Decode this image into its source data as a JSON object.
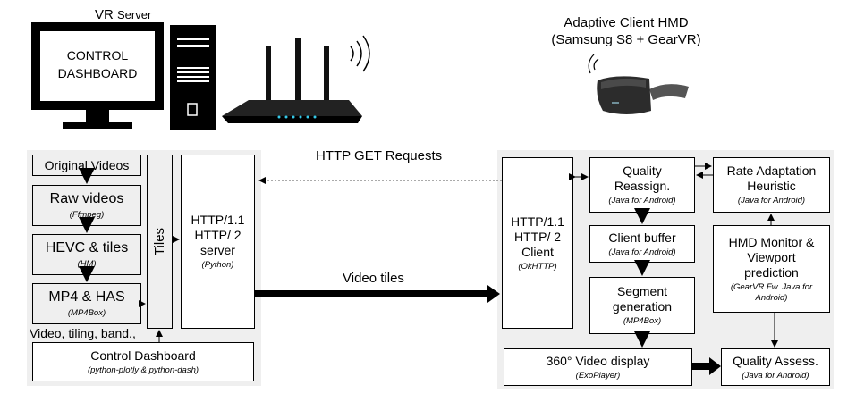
{
  "server_label": {
    "main": "VR",
    "suffix": "Server"
  },
  "monitor": {
    "line1": "CONTROL",
    "line2": "DASHBOARD"
  },
  "client_label": {
    "line1": "Adaptive Client HMD",
    "line2": "(Samsung S8 + GearVR)"
  },
  "http_get_label": "HTTP GET Requests",
  "video_tiles_label": "Video tiles",
  "server_pipeline": {
    "original_videos": "Original Videos",
    "raw_videos": {
      "title": "Raw videos",
      "tool": "Ffmpeg"
    },
    "hevc": {
      "title": "HEVC & tiles",
      "tool": "HM"
    },
    "mp4": {
      "title": "MP4 & HAS",
      "tool": "MP4Box"
    },
    "tiles": "Tiles",
    "server": {
      "line1": "HTTP/1.1",
      "line2": "HTTP/ 2",
      "line3": "server",
      "tool": "Python"
    },
    "feedback_label": "Video, tiling, band.,",
    "control_dashboard": {
      "title": "Control Dashboard",
      "tool": "python-plotly & python-dash"
    }
  },
  "client_pipeline": {
    "http_client": {
      "line1": "HTTP/1.1",
      "line2": "HTTP/ 2",
      "line3": "Client",
      "tool": "OkHTTP"
    },
    "quality_reassign": {
      "line1": "Quality",
      "line2": "Reassign.",
      "tool": "Java for Android"
    },
    "rate_adaptation": {
      "line1": "Rate Adaptation",
      "line2": "Heuristic",
      "tool": "Java for Android"
    },
    "client_buffer": {
      "title": "Client buffer",
      "tool": "Java for Android"
    },
    "hmd_monitor": {
      "line1": "HMD Monitor &",
      "line2": "Viewport",
      "line3": "prediction",
      "tool": "GearVR Fw. Java for Android"
    },
    "segment_generation": {
      "line1": "Segment",
      "line2": "generation",
      "tool": "MP4Box"
    },
    "video_display": {
      "title": "360° Video display",
      "tool": "ExoPlayer"
    },
    "quality_assess": {
      "title": "Quality Assess.",
      "tool": "Java for Android"
    }
  },
  "icons": [
    "computer-tower-icon",
    "monitor-icon",
    "wifi-router-icon",
    "wireless-signal-icon",
    "vr-headset-icon"
  ]
}
